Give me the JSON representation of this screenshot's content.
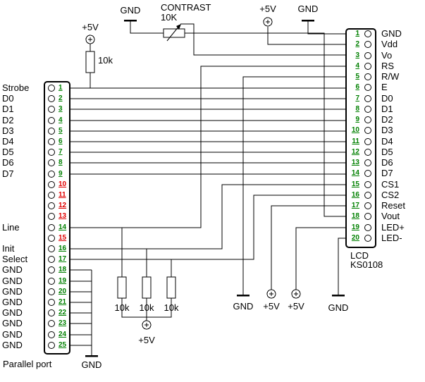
{
  "colors": {
    "green": "#008000",
    "red": "#e00000",
    "wire": "#000000"
  },
  "supplies": {
    "plus5v": "+5V",
    "gnd": "GND"
  },
  "components": {
    "contrast": {
      "title": "CONTRAST",
      "value": "10K"
    },
    "resistor_value": "10k"
  },
  "parallel_port": {
    "title": "Parallel port",
    "pins": [
      {
        "num": "1",
        "color": "green",
        "label": "Strobe"
      },
      {
        "num": "2",
        "color": "green",
        "label": "D0"
      },
      {
        "num": "3",
        "color": "green",
        "label": "D1"
      },
      {
        "num": "4",
        "color": "green",
        "label": "D2"
      },
      {
        "num": "5",
        "color": "green",
        "label": "D3"
      },
      {
        "num": "6",
        "color": "green",
        "label": "D4"
      },
      {
        "num": "7",
        "color": "green",
        "label": "D5"
      },
      {
        "num": "8",
        "color": "green",
        "label": "D6"
      },
      {
        "num": "9",
        "color": "green",
        "label": "D7"
      },
      {
        "num": "10",
        "color": "red",
        "label": ""
      },
      {
        "num": "11",
        "color": "red",
        "label": ""
      },
      {
        "num": "12",
        "color": "red",
        "label": ""
      },
      {
        "num": "13",
        "color": "red",
        "label": ""
      },
      {
        "num": "14",
        "color": "green",
        "label": "Line"
      },
      {
        "num": "15",
        "color": "red",
        "label": ""
      },
      {
        "num": "16",
        "color": "green",
        "label": "Init"
      },
      {
        "num": "17",
        "color": "green",
        "label": "Select"
      },
      {
        "num": "18",
        "color": "green",
        "label": "GND"
      },
      {
        "num": "19",
        "color": "green",
        "label": "GND"
      },
      {
        "num": "20",
        "color": "green",
        "label": "GND"
      },
      {
        "num": "21",
        "color": "green",
        "label": "GND"
      },
      {
        "num": "22",
        "color": "green",
        "label": "GND"
      },
      {
        "num": "23",
        "color": "green",
        "label": "GND"
      },
      {
        "num": "24",
        "color": "green",
        "label": "GND"
      },
      {
        "num": "25",
        "color": "green",
        "label": "GND"
      }
    ]
  },
  "lcd": {
    "title_line1": "LCD",
    "title_line2": "KS0108",
    "pins": [
      {
        "num": "1",
        "label": "GND"
      },
      {
        "num": "2",
        "label": "Vdd"
      },
      {
        "num": "3",
        "label": "Vo"
      },
      {
        "num": "4",
        "label": "RS"
      },
      {
        "num": "5",
        "label": "R/W"
      },
      {
        "num": "6",
        "label": "E"
      },
      {
        "num": "7",
        "label": "D0"
      },
      {
        "num": "8",
        "label": "D1"
      },
      {
        "num": "9",
        "label": "D2"
      },
      {
        "num": "10",
        "label": "D3"
      },
      {
        "num": "11",
        "label": "D4"
      },
      {
        "num": "12",
        "label": "D5"
      },
      {
        "num": "13",
        "label": "D6"
      },
      {
        "num": "14",
        "label": "D7"
      },
      {
        "num": "15",
        "label": "CS1"
      },
      {
        "num": "16",
        "label": "CS2"
      },
      {
        "num": "17",
        "label": "Reset"
      },
      {
        "num": "18",
        "label": "Vout"
      },
      {
        "num": "19",
        "label": "LED+"
      },
      {
        "num": "20",
        "label": "LED-"
      }
    ]
  }
}
